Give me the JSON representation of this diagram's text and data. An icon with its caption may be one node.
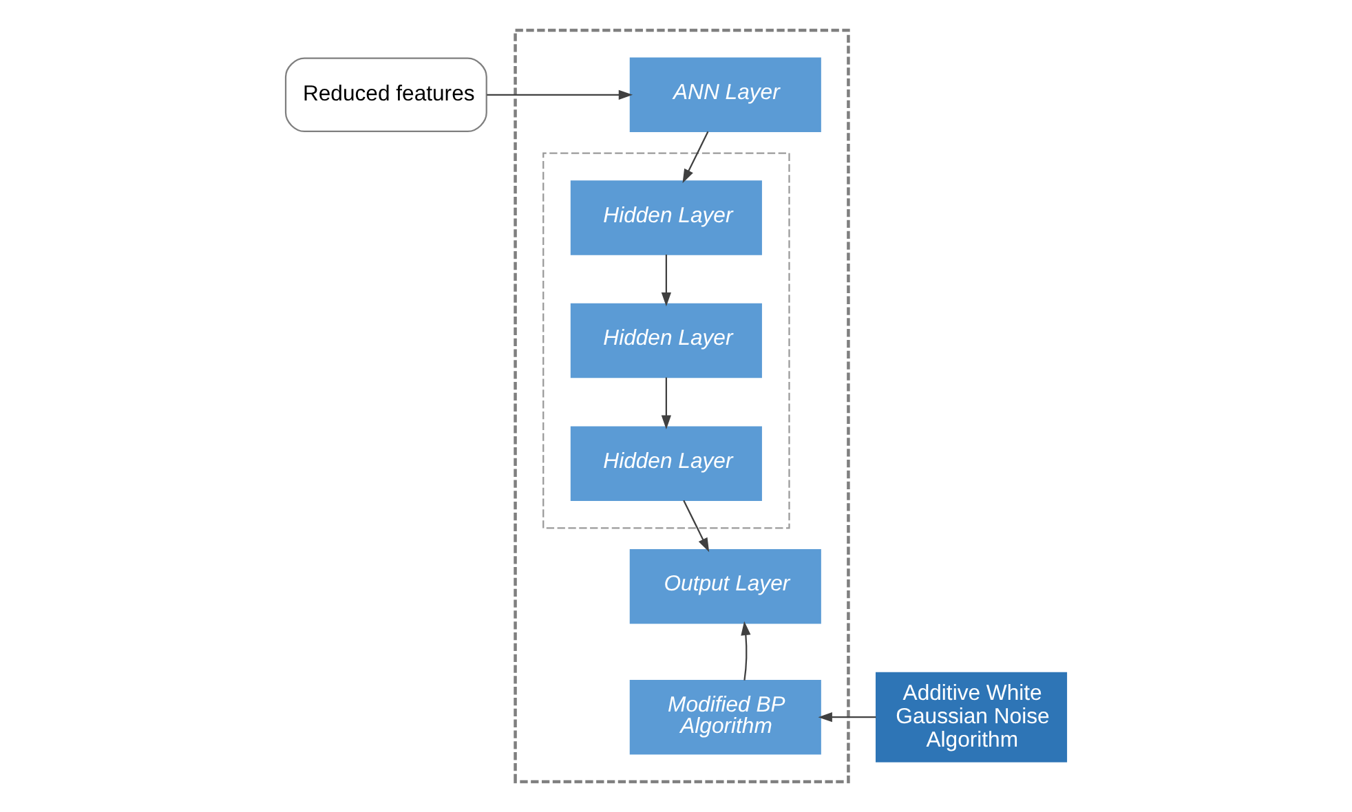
{
  "diagram": {
    "nodes": [
      {
        "text": [
          "Reduced features"
        ]
      },
      {
        "text": [],
        "shape": "box"
      },
      {
        "text": [
          "ANN Layer"
        ],
        "in": 1
      },
      {
        "text": [],
        "shape": "box",
        "in": 1
      },
      {
        "text": [
          "Hidden Layer"
        ],
        "in": 3
      },
      {
        "text": [
          "Hidden Layer"
        ],
        "in": 3
      },
      {
        "text": [
          "Hidden Layer"
        ],
        "in": 3
      },
      {
        "text": [
          "Output Layer"
        ],
        "in": 1
      },
      {
        "text": [
          "Modified BP Algorithm"
        ],
        "in": 1
      },
      {
        "text": [
          "Additive White Gaussian Noise Algorithm"
        ]
      }
    ],
    "edges": [
      {
        "from": 0,
        "to": 2,
        "arrow": "to"
      },
      {
        "from": 2,
        "to": 4,
        "arrow": "to"
      },
      {
        "from": 4,
        "to": 5,
        "arrow": "to"
      },
      {
        "from": 5,
        "to": 6,
        "arrow": "to"
      },
      {
        "from": 6,
        "to": 7,
        "arrow": "to"
      },
      {
        "from": 8,
        "to": 7,
        "arrow": "to"
      },
      {
        "from": 9,
        "to": 8,
        "arrow": "to"
      }
    ]
  }
}
